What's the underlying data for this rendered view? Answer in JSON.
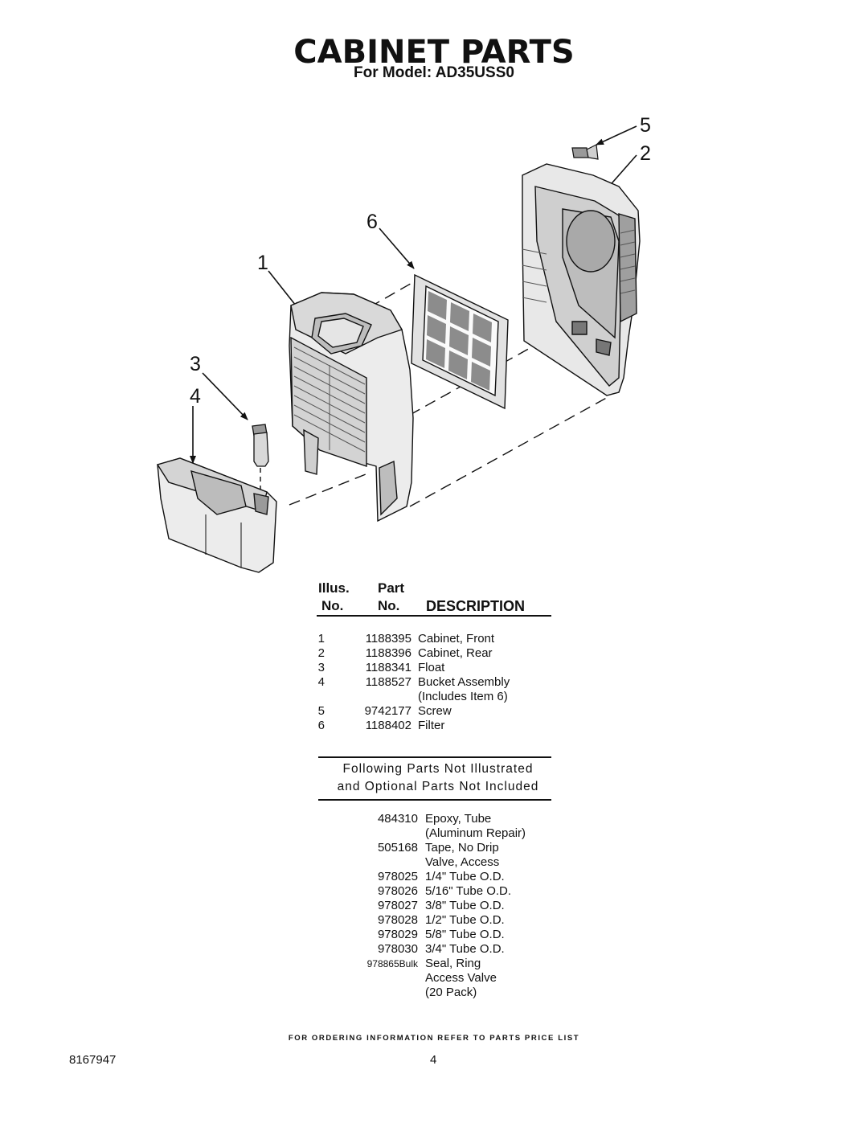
{
  "page": {
    "title": "CABINET PARTS",
    "subtitle": "For Model: AD35USS0"
  },
  "diagram": {
    "callouts": [
      "5",
      "2",
      "6",
      "1",
      "3",
      "4"
    ]
  },
  "table": {
    "header": {
      "illus_top": "Illus.",
      "illus_bottom": "No.",
      "part_top": "Part",
      "part_bottom": "No.",
      "description": "DESCRIPTION"
    },
    "rows": [
      {
        "illus": "1",
        "part": "1188395",
        "desc": "Cabinet, Front"
      },
      {
        "illus": "2",
        "part": "1188396",
        "desc": "Cabinet, Rear"
      },
      {
        "illus": "3",
        "part": "1188341",
        "desc": "Float"
      },
      {
        "illus": "4",
        "part": "1188527",
        "desc": "Bucket Assembly"
      },
      {
        "illus": "",
        "part": "",
        "desc": "(Includes Item 6)"
      },
      {
        "illus": "5",
        "part": "9742177",
        "desc": "Screw"
      },
      {
        "illus": "6",
        "part": "1188402",
        "desc": "Filter"
      }
    ]
  },
  "not_illustrated": {
    "heading_line1": "Following Parts Not Illustrated",
    "heading_line2": "and Optional Parts Not Included",
    "rows": [
      {
        "part": "484310",
        "desc": "Epoxy, Tube"
      },
      {
        "part": "",
        "desc": "(Aluminum Repair)"
      },
      {
        "part": "505168",
        "desc": "Tape, No Drip"
      },
      {
        "part": "",
        "desc": "Valve, Access"
      },
      {
        "part": "978025",
        "desc": "1/4\" Tube O.D."
      },
      {
        "part": "978026",
        "desc": "5/16\" Tube O.D."
      },
      {
        "part": "978027",
        "desc": "3/8\" Tube O.D."
      },
      {
        "part": "978028",
        "desc": "1/2\" Tube O.D."
      },
      {
        "part": "978029",
        "desc": "5/8\" Tube O.D."
      },
      {
        "part": "978030",
        "desc": "3/4\" Tube O.D."
      },
      {
        "part": "978865Bulk",
        "desc": "Seal, Ring"
      },
      {
        "part": "",
        "desc": "Access Valve"
      },
      {
        "part": "",
        "desc": "(20 Pack)"
      }
    ]
  },
  "footer": {
    "note": "FOR ORDERING INFORMATION REFER TO PARTS PRICE LIST",
    "doc_number": "8167947",
    "page_number": "4"
  }
}
